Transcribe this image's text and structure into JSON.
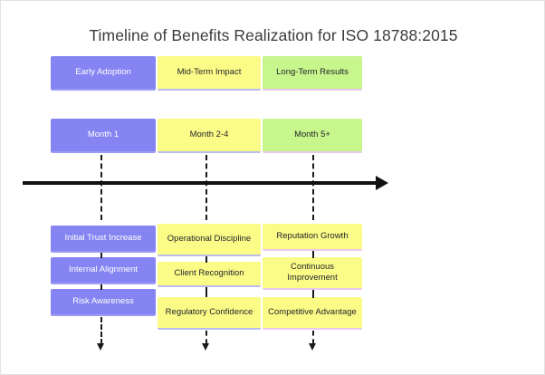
{
  "title": "Timeline of Benefits Realization for ISO 18788:2015",
  "colors": {
    "phase_early": "#8584f2",
    "phase_mid": "#fbfb87",
    "phase_long": "#c7f68d",
    "axis": "#111111",
    "background": "#ffffff",
    "title_text": "#3b3b3b"
  },
  "columns": [
    {
      "phase_label": "Early Adoption",
      "period_label": "Month 1",
      "benefits": [
        "Initial Trust Increase",
        "Internal Alignment",
        "Risk Awareness"
      ]
    },
    {
      "phase_label": "Mid-Term Impact",
      "period_label": "Month 2-4",
      "benefits": [
        "Operational Discipline",
        "Client Recognition",
        "Regulatory Confidence"
      ]
    },
    {
      "phase_label": "Long-Term Results",
      "period_label": "Month 5+",
      "benefits": [
        "Reputation Growth",
        "Continuous Improvement",
        "Competitive Advantage"
      ]
    }
  ]
}
